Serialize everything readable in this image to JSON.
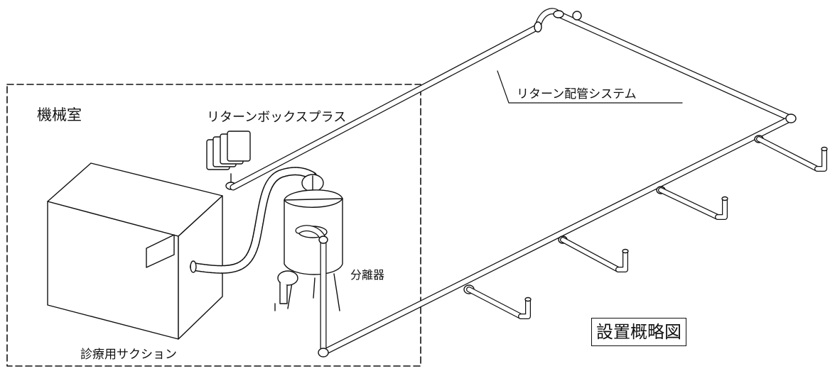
{
  "labels": {
    "machine_room": "機械室",
    "return_box_plus": "リターンボックスプラス",
    "separator": "分離器",
    "dental_suction": "診療用サクション",
    "return_piping_system": "リターン配管システム",
    "installation_overview": "設置概略図"
  },
  "colors": {
    "line": "#111111",
    "background": "#ffffff"
  }
}
